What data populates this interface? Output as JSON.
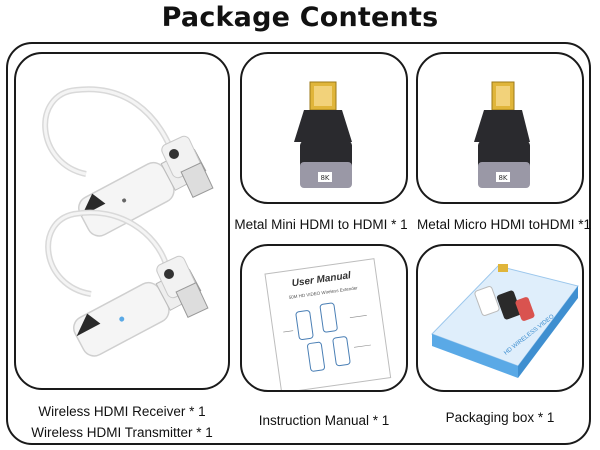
{
  "title": "Package Contents",
  "items": [
    {
      "id": "receiver-transmitter",
      "caption_lines": [
        "Wireless HDMI Receiver * 1",
        "Wireless HDMI Transmitter * 1"
      ]
    },
    {
      "id": "mini-hdmi",
      "caption": "Metal Mini HDMI to HDMI * 1",
      "badge": "8K"
    },
    {
      "id": "micro-hdmi",
      "caption": "Metal Micro HDMI toHDMI *1",
      "badge": "8K"
    },
    {
      "id": "manual",
      "caption": "Instruction Manual * 1",
      "heading": "User Manual",
      "subheading": "50M HD VIDEO Wireless Extender"
    },
    {
      "id": "box",
      "caption": "Packaging box * 1",
      "box_text": "HD WIRELESS VIDEO"
    }
  ],
  "colors": {
    "accent_blue": "#5aa9e6",
    "connector_gold": "#e0b53a",
    "adapter_body": "#2a2a2e",
    "adapter_metal": "#9a98a6"
  }
}
